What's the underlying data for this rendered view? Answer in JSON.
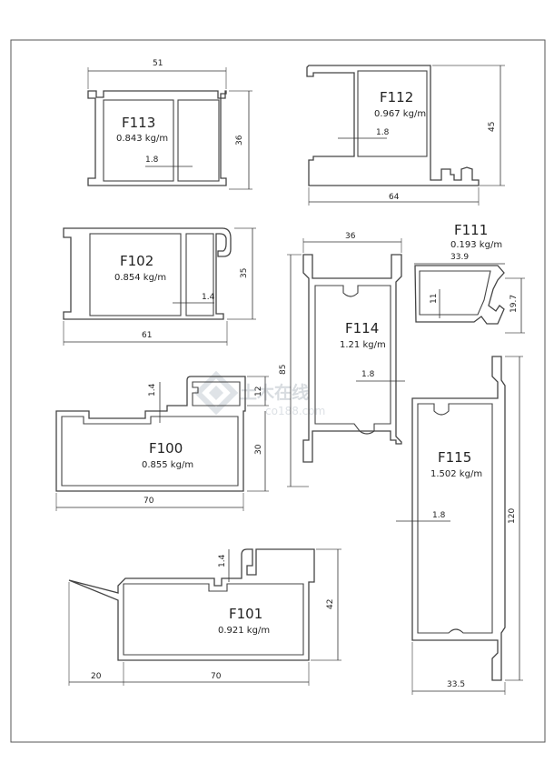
{
  "profiles": {
    "f113": {
      "code": "F113",
      "weight": "0.843 kg/m",
      "dims": {
        "width": "51",
        "height": "36",
        "wall": "1.8"
      }
    },
    "f112": {
      "code": "F112",
      "weight": "0.967 kg/m",
      "dims": {
        "width": "64",
        "height": "45",
        "wall": "1.8"
      }
    },
    "f102": {
      "code": "F102",
      "weight": "0.854 kg/m",
      "dims": {
        "width": "61",
        "height": "35",
        "wall": "1.4"
      }
    },
    "f111": {
      "code": "F111",
      "weight": "0.193 kg/m",
      "dims": {
        "width": "33.9",
        "height": "19.7",
        "depth": "11"
      }
    },
    "f114": {
      "code": "F114",
      "weight": "1.21 kg/m",
      "dims": {
        "width": "36",
        "height": "85",
        "wall": "1.8"
      }
    },
    "f100": {
      "code": "F100",
      "weight": "0.855 kg/m",
      "dims": {
        "width": "70",
        "height": "30",
        "top": "12",
        "wall": "1.4"
      }
    },
    "f115": {
      "code": "F115",
      "weight": "1.502 kg/m",
      "dims": {
        "width": "33.5",
        "height": "120",
        "wall": "1.8"
      }
    },
    "f101": {
      "code": "F101",
      "weight": "0.921 kg/m",
      "dims": {
        "width": "70",
        "ext": "20",
        "height": "42",
        "wall": "1.4"
      }
    }
  },
  "watermark": {
    "main": "土木在线",
    "sub": "co188.com"
  }
}
